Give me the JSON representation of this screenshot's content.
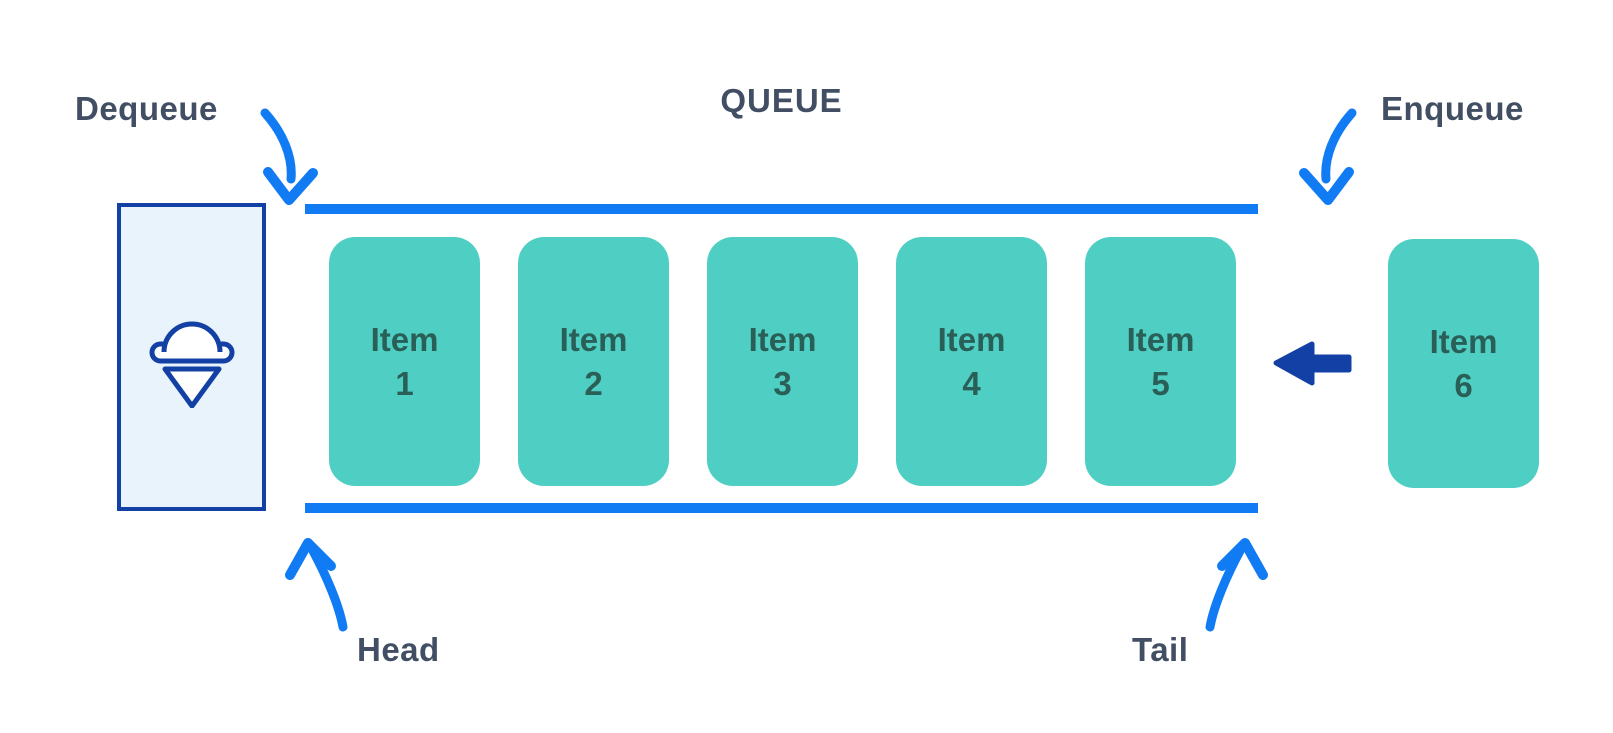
{
  "diagram": {
    "title": "QUEUE",
    "type": "queue-data-structure"
  },
  "labels": {
    "dequeue": "Dequeue",
    "enqueue": "Enqueue",
    "head": "Head",
    "tail": "Tail"
  },
  "queue_items": [
    {
      "label": "Item",
      "number": "1"
    },
    {
      "label": "Item",
      "number": "2"
    },
    {
      "label": "Item",
      "number": "3"
    },
    {
      "label": "Item",
      "number": "4"
    },
    {
      "label": "Item",
      "number": "5"
    }
  ],
  "incoming_item": {
    "label": "Item",
    "number": "6"
  },
  "icons": {
    "exit_slot": "ice-cream-cone-icon",
    "enqueue_direction": "left-arrow-icon",
    "dequeue_pointer": "curved-down-arrow-icon",
    "enqueue_pointer": "curved-down-arrow-icon",
    "head_pointer": "curved-up-arrow-icon",
    "tail_pointer": "curved-up-arrow-icon"
  },
  "colors": {
    "item_fill": "#4fcfc3",
    "item_text": "#2a5f58",
    "rail_blue": "#117bf4",
    "navy": "#1240a4",
    "label_slate": "#414e63",
    "slot_fill": "#e9f3fb",
    "background": "#ffffff"
  }
}
